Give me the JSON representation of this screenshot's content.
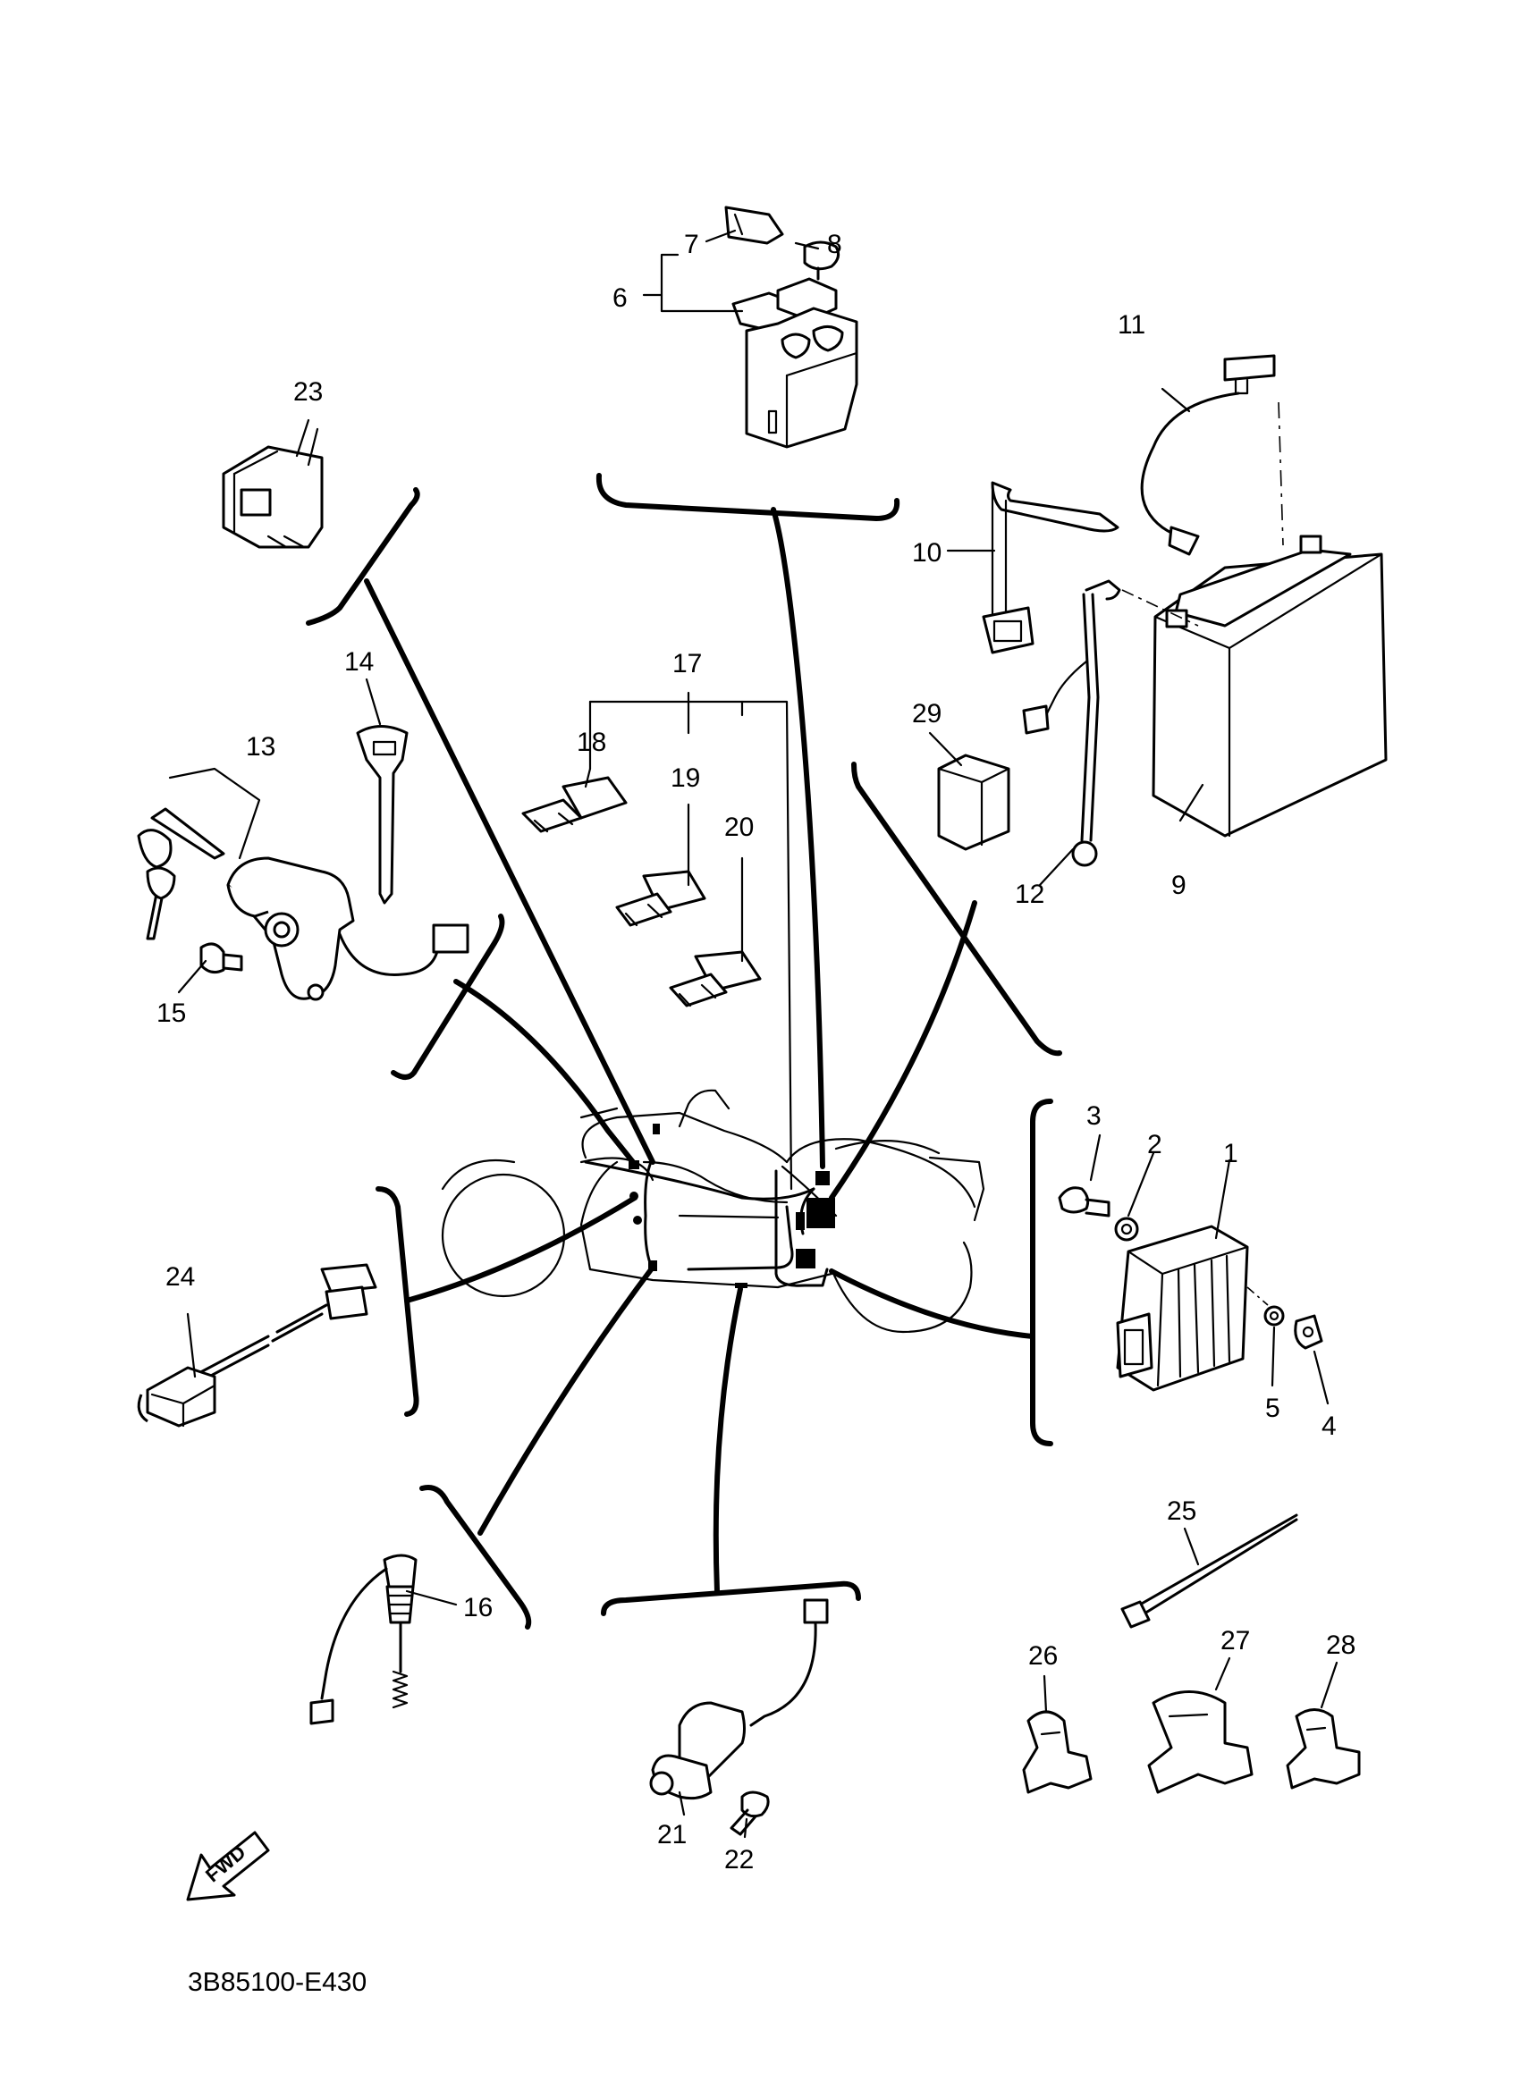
{
  "diagram_code": "3B85100-E430",
  "fwd_label": "FWD",
  "callouts": [
    {
      "id": "c1",
      "label": "1"
    },
    {
      "id": "c2",
      "label": "2"
    },
    {
      "id": "c3",
      "label": "3"
    },
    {
      "id": "c4",
      "label": "4"
    },
    {
      "id": "c5",
      "label": "5"
    },
    {
      "id": "c6",
      "label": "6"
    },
    {
      "id": "c7",
      "label": "7"
    },
    {
      "id": "c8",
      "label": "8"
    },
    {
      "id": "c9",
      "label": "9"
    },
    {
      "id": "c10",
      "label": "10"
    },
    {
      "id": "c11",
      "label": "11"
    },
    {
      "id": "c12",
      "label": "12"
    },
    {
      "id": "c13",
      "label": "13"
    },
    {
      "id": "c14",
      "label": "14"
    },
    {
      "id": "c15",
      "label": "15"
    },
    {
      "id": "c16",
      "label": "16"
    },
    {
      "id": "c17",
      "label": "17"
    },
    {
      "id": "c18",
      "label": "18"
    },
    {
      "id": "c19",
      "label": "19"
    },
    {
      "id": "c20",
      "label": "20"
    },
    {
      "id": "c21",
      "label": "21"
    },
    {
      "id": "c22",
      "label": "22"
    },
    {
      "id": "c23",
      "label": "23"
    },
    {
      "id": "c24",
      "label": "24"
    },
    {
      "id": "c25",
      "label": "25"
    },
    {
      "id": "c26",
      "label": "26"
    },
    {
      "id": "c27",
      "label": "27"
    },
    {
      "id": "c28",
      "label": "28"
    },
    {
      "id": "c29",
      "label": "29"
    }
  ]
}
